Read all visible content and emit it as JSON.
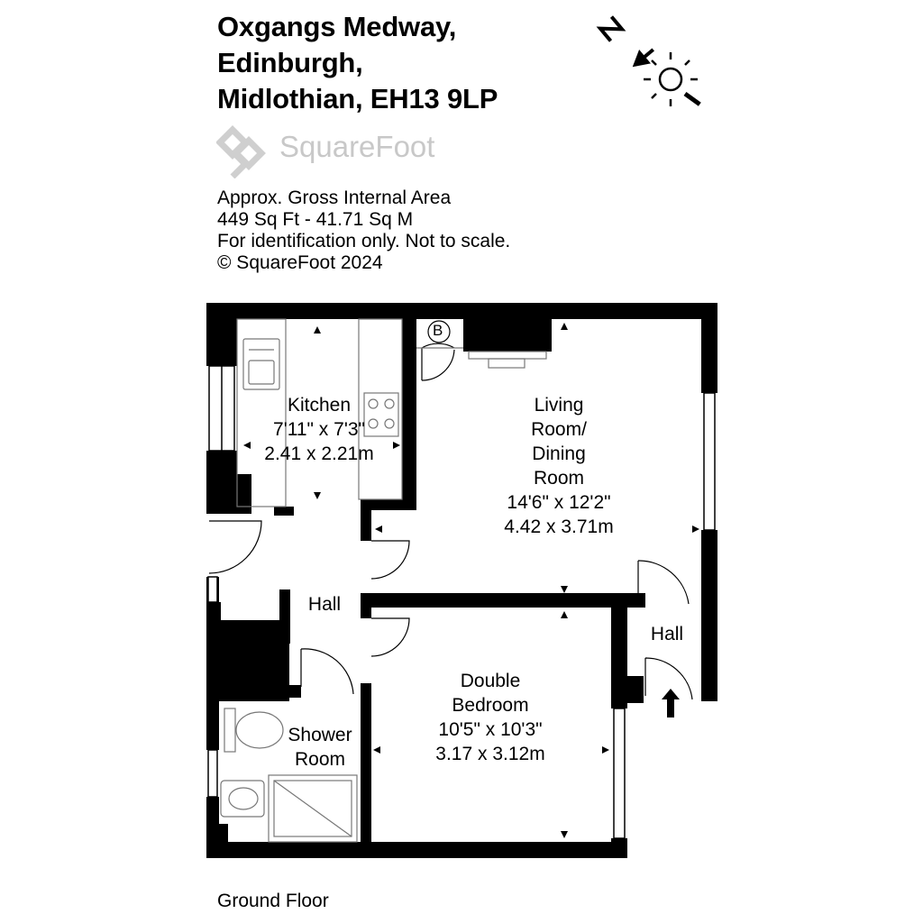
{
  "address": {
    "line1": "Oxgangs Medway,",
    "line2": "Edinburgh,",
    "line3": "Midlothian, EH13 9LP"
  },
  "brand": {
    "name": "SquareFoot",
    "icon": "squarefoot-logo-icon"
  },
  "area_info": {
    "line1": "Approx. Gross Internal Area",
    "line2": "449 Sq Ft  -  41.71 Sq M",
    "line3": "For identification only. Not to scale.",
    "line4": "© SquareFoot 2024"
  },
  "compass": {
    "north_label": "N",
    "icon": "compass-sun-icon"
  },
  "rooms": {
    "kitchen": {
      "name": "Kitchen",
      "imperial": "7'11\" x 7'3\"",
      "metric": "2.41 x 2.21m"
    },
    "living": {
      "name_line1": "Living",
      "name_line2": "Room/",
      "name_line3": "Dining",
      "name_line4": "Room",
      "imperial": "14'6\" x 12'2\"",
      "metric": "4.42 x 3.71m"
    },
    "bedroom": {
      "name_line1": "Double",
      "name_line2": "Bedroom",
      "imperial": "10'5\" x 10'3\"",
      "metric": "3.17 x 3.12m"
    },
    "shower": {
      "name_line1": "Shower",
      "name_line2": "Room"
    },
    "hall_inner": {
      "name": "Hall"
    },
    "hall_entrance": {
      "name": "Hall"
    }
  },
  "boiler_label": "B",
  "floor_name": "Ground Floor",
  "colors": {
    "wall": "#000000",
    "logo": "#c8c8c8",
    "fixture": "#777777"
  }
}
